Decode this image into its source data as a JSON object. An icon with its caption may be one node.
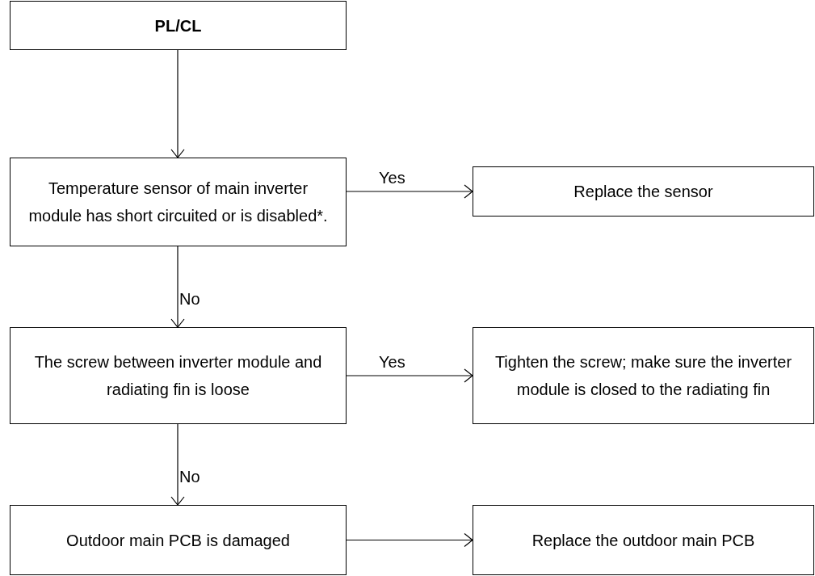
{
  "diagram": {
    "nodes": [
      {
        "text": [
          "PL/CL"
        ]
      },
      {
        "text": [
          "Temperature sensor of main inverter module has short circuited or is disabled*."
        ]
      },
      {
        "text": [
          "Replace the sensor"
        ]
      },
      {
        "text": [
          "The screw between inverter module and radiating fin is loose"
        ]
      },
      {
        "text": [
          "Tighten the screw; make sure the inverter module is closed to the radiating fin"
        ]
      },
      {
        "text": [
          "Outdoor main PCB is damaged"
        ]
      },
      {
        "text": [
          "Replace the outdoor main PCB"
        ]
      }
    ],
    "edges": [
      {
        "from": 0,
        "to": 1,
        "arrow": "to"
      },
      {
        "from": 1,
        "to": 2,
        "arrow": "to",
        "label": "Yes"
      },
      {
        "from": 1,
        "to": 3,
        "arrow": "to",
        "label": "No"
      },
      {
        "from": 3,
        "to": 4,
        "arrow": "to",
        "label": "Yes"
      },
      {
        "from": 3,
        "to": 5,
        "arrow": "to",
        "label": "No"
      },
      {
        "from": 5,
        "to": 6,
        "arrow": "to"
      }
    ]
  }
}
